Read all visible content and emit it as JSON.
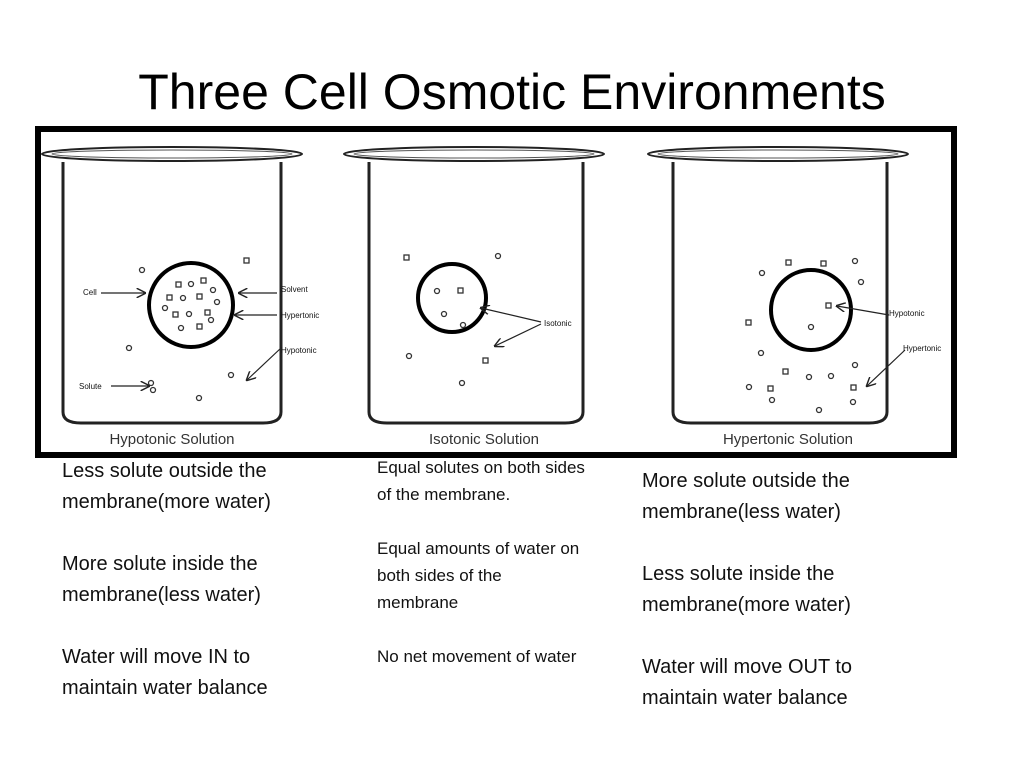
{
  "slide": {
    "title": "Three Cell Osmotic Environments"
  },
  "diagram": {
    "beakers": [
      {
        "caption": "Hypotonic Solution",
        "labels": {
          "cell": "Cell",
          "solvent": "Solvent",
          "hypertonic": "Hypertonic",
          "hypotonic": "Hypotonic",
          "solute": "Solute"
        }
      },
      {
        "caption": "Isotonic Solution",
        "labels": {
          "isotonic": "Isotonic"
        }
      },
      {
        "caption": "Hypertonic Solution",
        "labels": {
          "hypotonic": "Hypotonic",
          "hypertonic": "Hypertonic"
        }
      }
    ]
  },
  "columns": {
    "left": [
      "Less solute outside  the membrane(more water)",
      "More solute inside the membrane(less water)",
      "Water will move IN to maintain water balance"
    ],
    "middle": [
      "Equal solutes on both sides of the membrane.",
      "Equal amounts of water on both sides of the membrane",
      "No net movement of water"
    ],
    "right": [
      "More solute outside  the membrane(less water)",
      "Less solute inside the membrane(more water)",
      "Water will move OUT to maintain water balance"
    ]
  }
}
